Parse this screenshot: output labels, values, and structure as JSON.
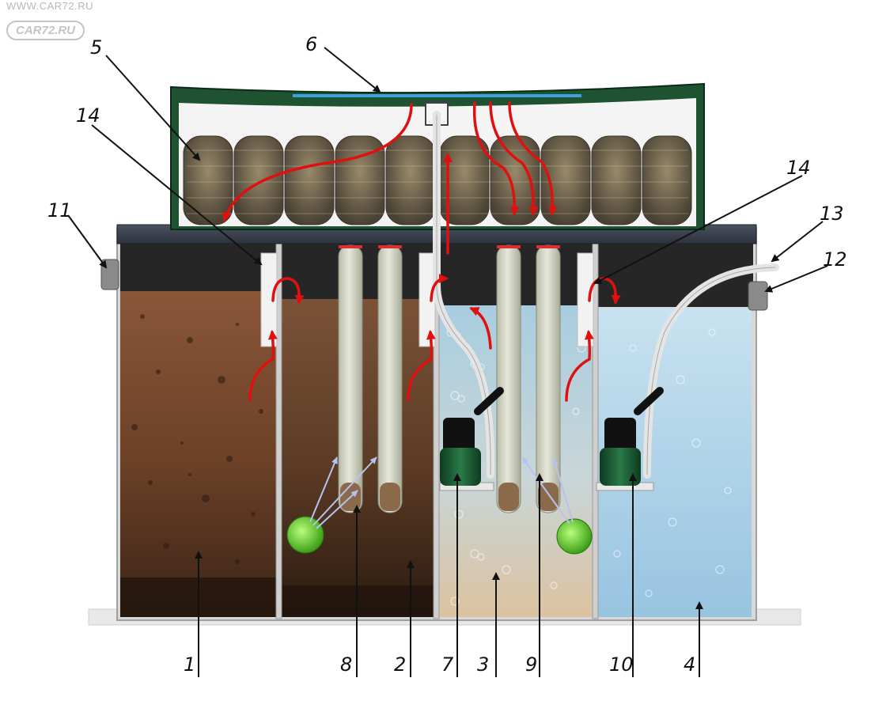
{
  "watermark": {
    "site_url": "WWW.CAR72.RU",
    "logo_text": "CAR72.RU"
  },
  "callouts": [
    {
      "id": "c1",
      "text": "1"
    },
    {
      "id": "c2",
      "text": "2"
    },
    {
      "id": "c3",
      "text": "3"
    },
    {
      "id": "c4",
      "text": "4"
    },
    {
      "id": "c5",
      "text": "5"
    },
    {
      "id": "c6",
      "text": "6"
    },
    {
      "id": "c7",
      "text": "7"
    },
    {
      "id": "c8",
      "text": "8"
    },
    {
      "id": "c9",
      "text": "9"
    },
    {
      "id": "c10",
      "text": "10"
    },
    {
      "id": "c11",
      "text": "11"
    },
    {
      "id": "c12",
      "text": "12"
    },
    {
      "id": "c13",
      "text": "13"
    },
    {
      "id": "c14a",
      "text": "14"
    },
    {
      "id": "c14b",
      "text": "14"
    }
  ],
  "colors": {
    "chamber_1": "#6e4228",
    "chamber_2": "#5a3a24",
    "chamber_3": "#a8c6d6",
    "chamber_4": "#a9cde3",
    "filter_frame": "#1e5230",
    "flow_arrow": "#e01010",
    "bio_arrow": "#a8b4e8",
    "bacteria": "#6ad63a",
    "pump": "#1b5a34"
  }
}
